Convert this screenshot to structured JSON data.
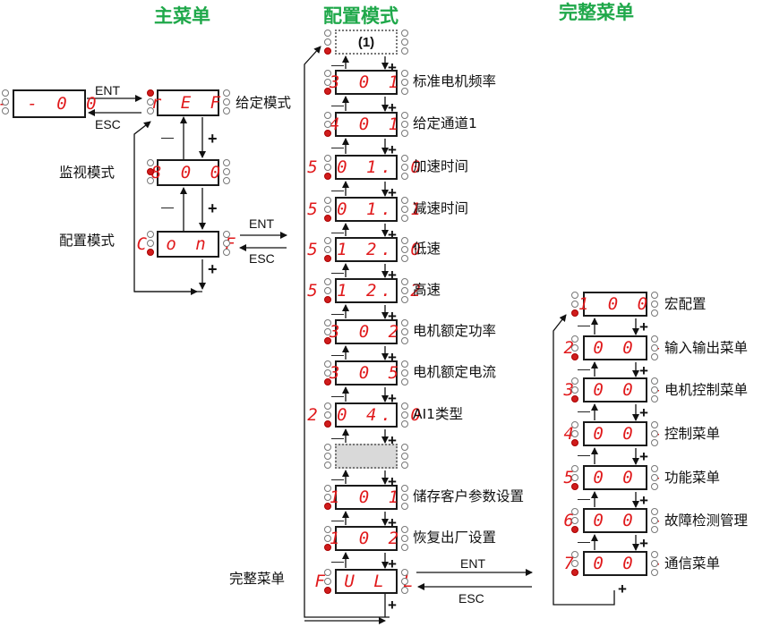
{
  "titles": {
    "main_menu": "主菜单",
    "config_mode": "配置模式",
    "full_menu": "完整菜单"
  },
  "main_menu": {
    "init_display": "- - 0 0",
    "ref_display": "r E F",
    "ref_label": "给定模式",
    "mon_display": "8 0 0",
    "mon_label": "监视模式",
    "conf_display": "C o n F",
    "conf_label": "配置模式",
    "ent": "ENT",
    "esc": "ESC"
  },
  "config_mode": {
    "items": [
      {
        "display": "(1)",
        "label": ""
      },
      {
        "display": "3 0 1",
        "label": "标准电机频率"
      },
      {
        "display": "4 0 1",
        "label": "给定通道1"
      },
      {
        "display": "5 0 1. 0",
        "label": "加速时间"
      },
      {
        "display": "5 0 1. 1",
        "label": "减速时间"
      },
      {
        "display": "5 1 2. 0",
        "label": "低速"
      },
      {
        "display": "5 1 2. 2",
        "label": "高速"
      },
      {
        "display": "3 0 2",
        "label": "电机额定功率"
      },
      {
        "display": "3 0 5",
        "label": "电机额定电流"
      },
      {
        "display": "2 0 4. 0",
        "label": "AI1类型"
      },
      {
        "display": "",
        "label": ""
      },
      {
        "display": "1 0 1",
        "label": "储存客户参数设置"
      },
      {
        "display": "1 0 2",
        "label": "恢复出厂设置"
      },
      {
        "display": "F U L L",
        "label": ""
      }
    ],
    "full_label": "完整菜单",
    "ent": "ENT",
    "esc": "ESC"
  },
  "full_menu": {
    "items": [
      {
        "display": "1 0 0",
        "label": "宏配置"
      },
      {
        "display": "2 0 0 -",
        "label": "输入输出菜单"
      },
      {
        "display": "3 0 0 -",
        "label": "电机控制菜单"
      },
      {
        "display": "4 0 0 -",
        "label": "控制菜单"
      },
      {
        "display": "5 0 0 -",
        "label": "功能菜单"
      },
      {
        "display": "6 0 0 -",
        "label": "故障检测管理"
      },
      {
        "display": "7 0 0 -",
        "label": "通信菜单"
      }
    ]
  },
  "nav": {
    "plus": "+",
    "minus": "—"
  },
  "colors": {
    "title_green": "#1fa84a",
    "led_red": "#e0191b",
    "indicator_red": "#d01c1c"
  }
}
